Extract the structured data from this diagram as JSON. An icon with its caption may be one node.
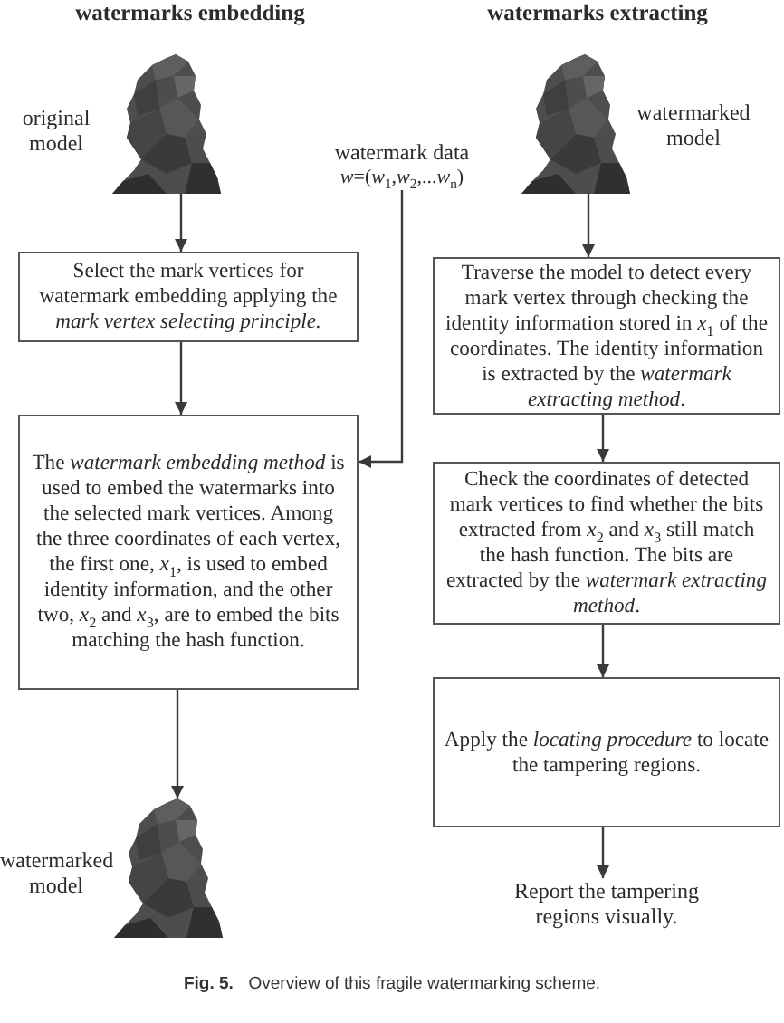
{
  "diagram": {
    "caption": "**Fig. 5.** Overview of this fragile watermarking scheme.",
    "nodes": [
      {
        "text": [],
        "shape": "picture",
        "beside": [
          "original model"
        ]
      },
      {
        "text": [
          "watermark data",
          "*w*=(*w*$_{1}$,*w*$_{2}$,...*w*$_{n}$)"
        ]
      },
      {
        "text": [],
        "shape": "picture",
        "beside": [
          "watermarked model"
        ]
      },
      {
        "text": [
          "Select the mark vertices for watermark embedding applying the *mark vertex selecting principle.*"
        ]
      },
      {
        "text": [
          "Traverse the model to detect every mark vertex through checking the identity information stored in *x*$_{1}$ of the coordinates. The identity information is extracted by the *watermark extracting method*."
        ]
      },
      {
        "text": [
          "The *watermark embedding method* is used to embed the watermarks into the selected mark vertices. Among the three coordinates of each vertex, the first one, *x*$_{1}$, is used to embed identity information, and the other two, *x*$_{2}$ and *x*$_{3}$, are to embed the bits matching the hash function."
        ]
      },
      {
        "text": [
          "Check the coordinates of detected mark vertices to find whether the bits extracted from *x*$_{2}$ and *x*$_{3}$ still match the hash function. The bits are extracted by the *watermark extracting method*."
        ]
      },
      {
        "text": [
          "Apply the *locating procedure* to locate the tampering regions."
        ]
      },
      {
        "text": [],
        "shape": "picture",
        "beside": [
          "watermarked model"
        ]
      },
      {
        "text": [
          "Report the tampering regions visually."
        ]
      }
    ],
    "edges": [
      {
        "from": 0,
        "to": 3,
        "arrow": "to"
      },
      {
        "from": 3,
        "to": 5,
        "arrow": "to"
      },
      {
        "from": 1,
        "to": 5,
        "arrow": "to"
      },
      {
        "from": 5,
        "to": 8,
        "arrow": "to"
      },
      {
        "from": 2,
        "to": 4,
        "arrow": "to"
      },
      {
        "from": 4,
        "to": 6,
        "arrow": "to"
      },
      {
        "from": 6,
        "to": 7,
        "arrow": "to"
      },
      {
        "from": 7,
        "to": 9,
        "arrow": "to"
      }
    ],
    "labels": [
      "watermarks embedding",
      "watermarks extracting"
    ]
  }
}
